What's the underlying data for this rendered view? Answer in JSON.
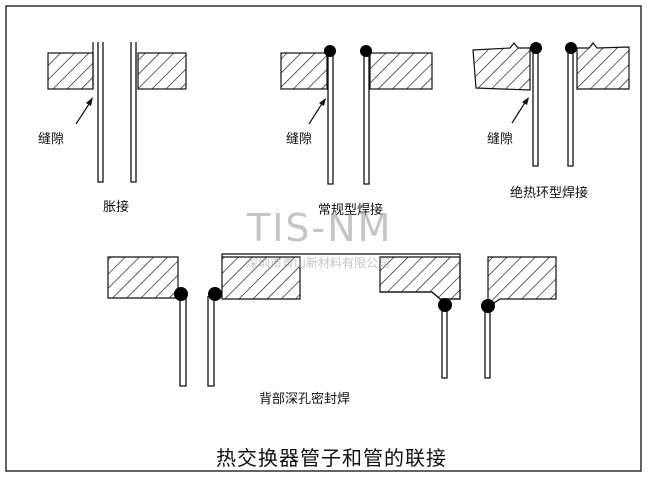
{
  "labels": {
    "gap_1": "缝隙",
    "gap_2": "缝隙",
    "gap_3": "缝隙",
    "expansion": "胀接",
    "conventional_weld": "常规型焊接",
    "insulated_ring_weld": "绝热环型焊接",
    "back_deep_hole_seal_weld": "背部深孔密封焊",
    "figure_title": "热交换器管子和管的联接"
  },
  "watermark": {
    "brand": "TIS-NM",
    "company": "深圳市青山新材料有限公司"
  },
  "colors": {
    "ink": "#111111",
    "weld": "#000000",
    "watermark": "#9a9a9a",
    "background": "#ffffff"
  }
}
